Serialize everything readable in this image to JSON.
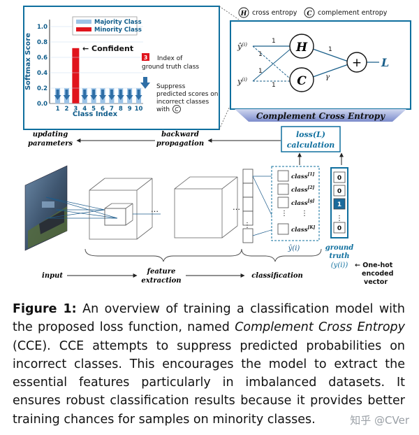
{
  "legend": {
    "majority": "Majority Class",
    "minority": "Minority Class"
  },
  "chart_data": {
    "type": "bar",
    "categories": [
      "1",
      "2",
      "3",
      "4",
      "5",
      "6",
      "7",
      "8",
      "9",
      "10"
    ],
    "values": [
      0.2,
      0.2,
      0.72,
      0.2,
      0.2,
      0.2,
      0.2,
      0.2,
      0.2,
      0.2
    ],
    "ylabel": "Softmax Score",
    "xlabel": "Class Index",
    "ylim": [
      0,
      1.0
    ],
    "yticks": [
      "0.0",
      "0.2",
      "0.4",
      "0.6",
      "0.8",
      "1.0"
    ],
    "highlight_index": 3,
    "annotation": "← Confident"
  },
  "notes": {
    "gt_marker": "3",
    "gt_line1": "Index of",
    "gt_line2": "ground truth class",
    "suppress_line1": "Suppress",
    "suppress_line2": "predicted scores on",
    "suppress_line3": "incorrect classes",
    "suppress_line4": "with",
    "suppress_symbol": "C"
  },
  "cce_diagram": {
    "h_letter": "H",
    "c_letter": "C",
    "h_legend": "cross entropy",
    "c_legend": "complement entropy",
    "yhat_label": "ŷ",
    "y_label": "y",
    "superscript": "(i)",
    "w1": "1",
    "w2": "1",
    "w3": "1",
    "w4": "1",
    "w5": "1",
    "gamma": "γ",
    "plus": "+",
    "output": "L",
    "title": "Complement Cross Entropy"
  },
  "pipeline": {
    "updating_line1": "updating",
    "updating_line2": "parameters",
    "backward_line1": "backward",
    "backward_line2": "propagation",
    "loss_line1": "loss(L)",
    "loss_line2": "calculation",
    "ellipsis": "…",
    "vdots": "⋮",
    "classes": [
      "class[1]",
      "class[2]",
      "class[g]",
      "class[K]"
    ],
    "yhat_label": "ŷ(i)",
    "gt_vector": [
      "0",
      "0",
      "1",
      "0"
    ],
    "gt_label_line1": "ground",
    "gt_label_line2": "truth",
    "gt_label_line3": "(y(i))",
    "input_label": "input",
    "feature_line1": "feature",
    "feature_line2": "extraction",
    "classification_label": "classification",
    "onehot_line1": "← One-hot",
    "onehot_line2": "encoded",
    "onehot_line3": "vector"
  },
  "caption": {
    "label": "Figure 1:",
    "text1": " An overview of training a classification model with the proposed loss function, named ",
    "name": "Complement Cross Entropy",
    "text2": " (CCE). CCE attempts to suppress predicted probabilities on incorrect classes. This encourages the model to extract the essential features particularly in imbalanced datasets. It ensures robust classification results because it provides better training chances for samples on minority classes."
  },
  "watermark": "知乎 @CVer",
  "colors": {
    "majority": "#9cc3e6",
    "minority": "#e0141c",
    "arrow": "#2e6ea6",
    "frame": "#0f6f9e",
    "highlight": "#1a6a9c"
  }
}
